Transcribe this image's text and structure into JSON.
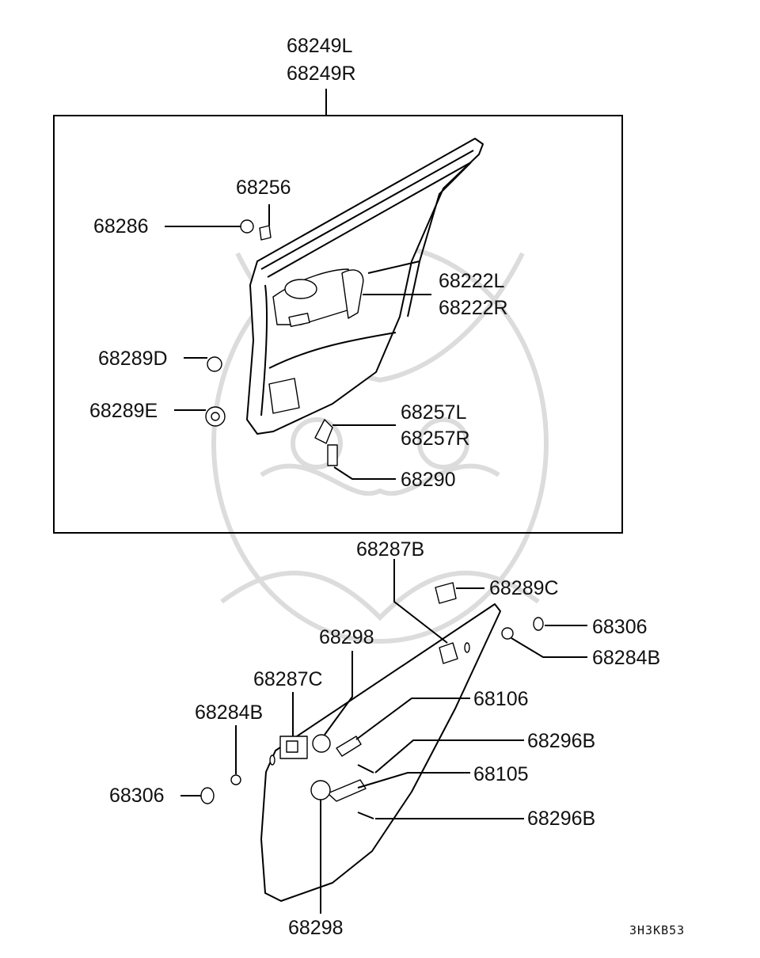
{
  "diagram": {
    "labels": {
      "p68249L": "68249L",
      "p68249R": "68249R",
      "p68256": "68256",
      "p68286": "68286",
      "p68222L": "68222L",
      "p68222R": "68222R",
      "p68289D": "68289D",
      "p68289E": "68289E",
      "p68257L": "68257L",
      "p68257R": "68257R",
      "p68290": "68290",
      "p68287B": "68287B",
      "p68289C": "68289C",
      "p68306a": "68306",
      "p68284Ba": "68284B",
      "p68298a": "68298",
      "p68287C": "68287C",
      "p68106": "68106",
      "p68284Bb": "68284B",
      "p68296Ba": "68296B",
      "p68105": "68105",
      "p68306b": "68306",
      "p68296Bb": "68296B",
      "p68298b": "68298"
    },
    "drawing_code": "3H3KB53"
  }
}
